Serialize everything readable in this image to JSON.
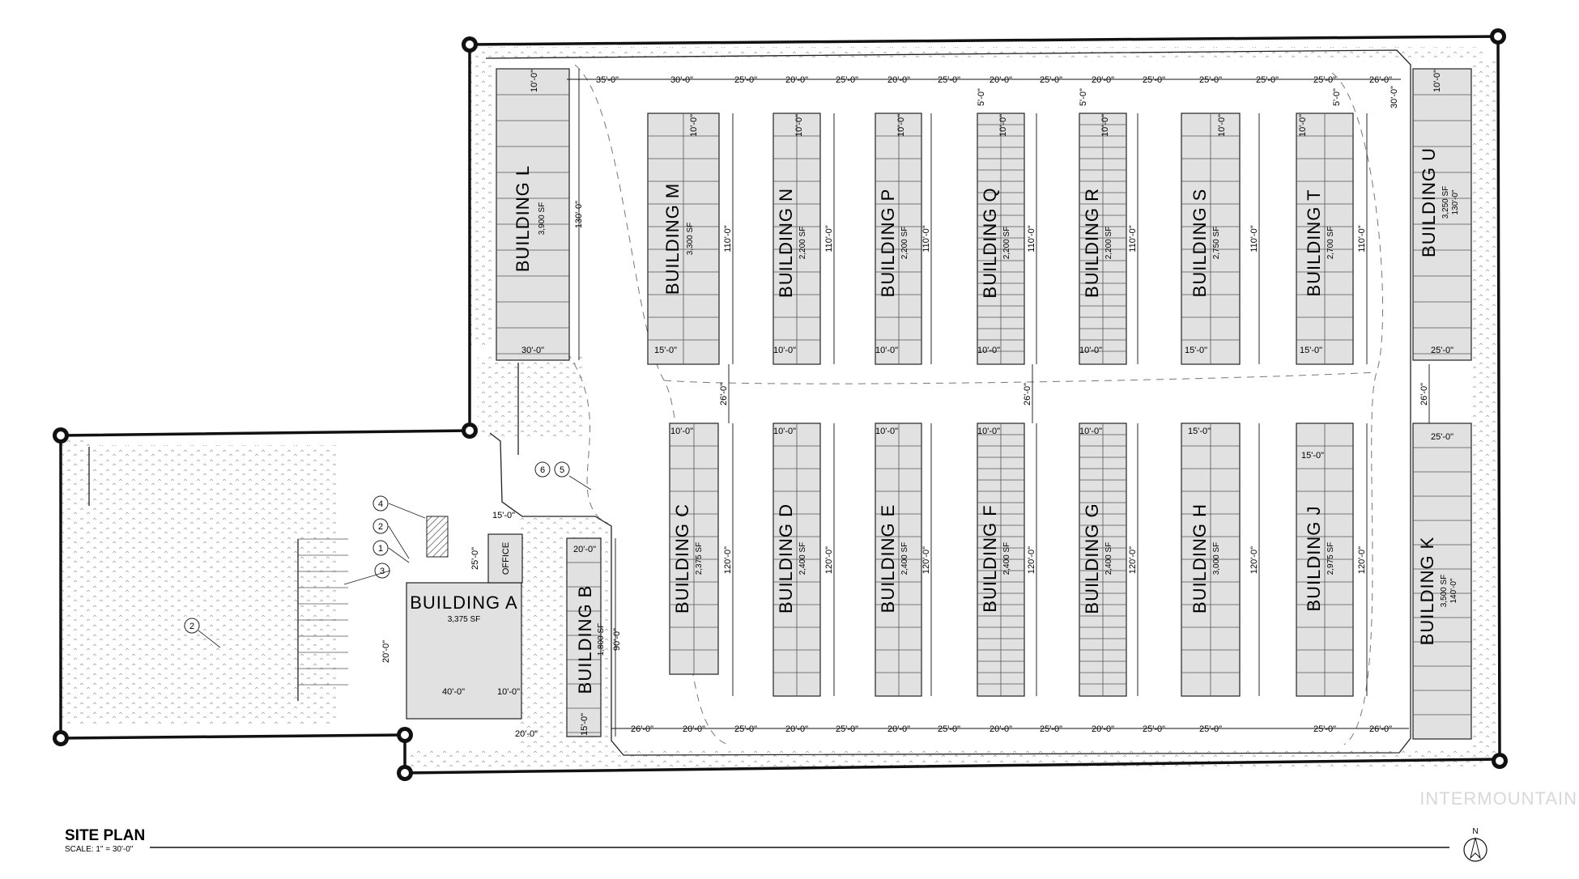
{
  "plan": {
    "title": "SITE PLAN",
    "scale": "SCALE:  1\" = 30'-0\"",
    "watermark": "INTERMOUNTAIN",
    "north": "N",
    "office_label": "OFFICE"
  },
  "buildings": [
    {
      "id": "L",
      "name": "BUILDING L",
      "sf": "3,900 SF"
    },
    {
      "id": "M",
      "name": "BUILDING M",
      "sf": "3,300 SF"
    },
    {
      "id": "N",
      "name": "BUILDING N",
      "sf": "2,200 SF"
    },
    {
      "id": "P",
      "name": "BUILDING P",
      "sf": "2,200 SF"
    },
    {
      "id": "Q",
      "name": "BUILDING Q",
      "sf": "2,200 SF"
    },
    {
      "id": "R",
      "name": "BUILDING R",
      "sf": "2,200 SF"
    },
    {
      "id": "S",
      "name": "BUILDING S",
      "sf": "2,750 SF"
    },
    {
      "id": "T",
      "name": "BUILDING T",
      "sf": "2,700 SF"
    },
    {
      "id": "U",
      "name": "BUILDING U",
      "sf": "3,250 SF",
      "extra": "130'-0\""
    },
    {
      "id": "C",
      "name": "BUILDING C",
      "sf": "2,375 SF"
    },
    {
      "id": "D",
      "name": "BUILDING D",
      "sf": "2,400 SF"
    },
    {
      "id": "E",
      "name": "BUILDING E",
      "sf": "2,400 SF"
    },
    {
      "id": "F",
      "name": "BUILDING F",
      "sf": "2,400 SF"
    },
    {
      "id": "G",
      "name": "BUILDING G",
      "sf": "2,400 SF"
    },
    {
      "id": "H",
      "name": "BUILDING H",
      "sf": "3,000 SF"
    },
    {
      "id": "J",
      "name": "BUILDING J",
      "sf": "2,975 SF"
    },
    {
      "id": "K",
      "name": "BUILDING K",
      "sf": "3,500 SF",
      "extra": "140'-0\""
    },
    {
      "id": "A",
      "name": "BUILDING A",
      "sf": "3,375 SF"
    },
    {
      "id": "B",
      "name": "BUILDING B",
      "sf": "1,800 SF"
    }
  ],
  "dimensions": {
    "top_row": [
      "35'-0\"",
      "30'-0\"",
      "25'-0\"",
      "20'-0\"",
      "25'-0\"",
      "20'-0\"",
      "25'-0\"",
      "20'-0\"",
      "25'-0\"",
      "20'-0\"",
      "25'-0\"",
      "25'-0\"",
      "25'-0\"",
      "25'-0\"",
      "26'-0\""
    ],
    "bottom_row": [
      "26'-0\"",
      "20'-0\"",
      "25'-0\"",
      "20'-0\"",
      "25'-0\"",
      "20'-0\"",
      "25'-0\"",
      "20'-0\"",
      "25'-0\"",
      "20'-0\"",
      "25'-0\"",
      "25'-0\"",
      "25'-0\"",
      "26'-0\""
    ],
    "upper_base": [
      "30'-0\"",
      "15'-0\"",
      "10'-0\"",
      "10'-0\"",
      "10'-0\"",
      "10'-0\"",
      "15'-0\"",
      "15'-0\"",
      "25'-0\""
    ],
    "lower_top": [
      "10'-0\"",
      "10'-0\"",
      "10'-0\"",
      "10'-0\"",
      "10'-0\"",
      "15'-0\"",
      "15'-0\"",
      "25'-0\""
    ],
    "d10": "10'-0\"",
    "d5": "5'-0\"",
    "d30": "30'-0\"",
    "d26": "26'-0\"",
    "d110": "110'-0\"",
    "d120": "120'-0\"",
    "d130": "130'-0\"",
    "d90": "90'-0\"",
    "d20": "20'-0\"",
    "d15": "15'-0\"",
    "d25": "25'-0\"",
    "d40": "40'-0\""
  },
  "callouts": [
    "1",
    "2",
    "3",
    "4",
    "5",
    "6",
    "2"
  ]
}
